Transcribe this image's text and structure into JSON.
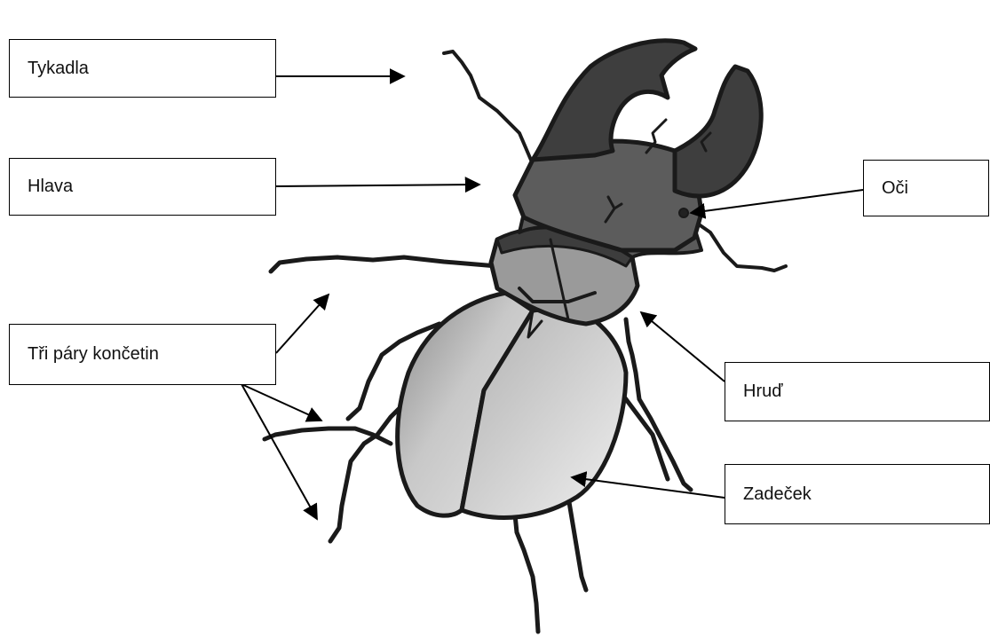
{
  "labels": {
    "antennae": "Tykadla",
    "head": "Hlava",
    "eyes": "Oči",
    "legs": "Tři páry končetin",
    "thorax": "Hruď",
    "abdomen": "Zadeček"
  },
  "colors": {
    "ink": "#1a1a1a",
    "shell_dark": "#4a4a4a",
    "shell_mid": "#6a6a6a",
    "wing": "#b9b9b9",
    "background": "#ffffff"
  }
}
